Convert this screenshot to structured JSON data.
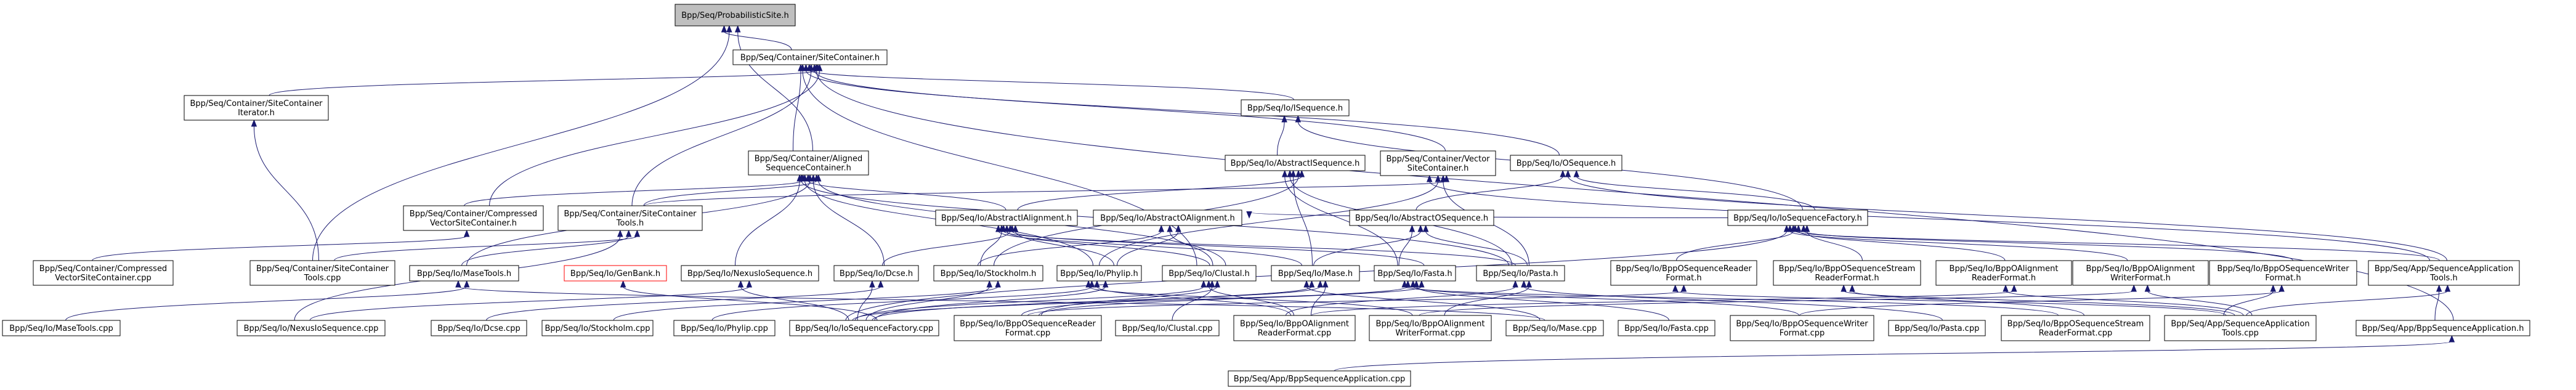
{
  "title": "Include dependency graph: Bpp/Seq/ProbabilisticSite.h",
  "colors": {
    "edge": "#191970",
    "root_fill": "#bfbfbf",
    "node_border": "#000000",
    "missing_border": "#ff0000"
  },
  "nodes": [
    {
      "id": "n0",
      "label": [
        "Bpp/Seq/ProbabilisticSite.h"
      ],
      "kind": "root"
    },
    {
      "id": "n1",
      "label": [
        "Bpp/Seq/Container/SiteContainer.h"
      ]
    },
    {
      "id": "n2",
      "label": [
        "Bpp/Seq/Container/SiteContainer",
        "Iterator.h"
      ]
    },
    {
      "id": "n3",
      "label": [
        "Bpp/Seq/Io/ISequence.h"
      ]
    },
    {
      "id": "n4",
      "label": [
        "Bpp/Seq/Container/Aligned",
        "SequenceContainer.h"
      ]
    },
    {
      "id": "n5",
      "label": [
        "Bpp/Seq/Io/AbstractISequence.h"
      ]
    },
    {
      "id": "n6",
      "label": [
        "Bpp/Seq/Container/Vector",
        "SiteContainer.h"
      ]
    },
    {
      "id": "n7",
      "label": [
        "Bpp/Seq/Io/OSequence.h"
      ]
    },
    {
      "id": "n8",
      "label": [
        "Bpp/Seq/Container/Compressed",
        "VectorSiteContainer.h"
      ]
    },
    {
      "id": "n9",
      "label": [
        "Bpp/Seq/Container/SiteContainer",
        "Tools.h"
      ]
    },
    {
      "id": "n10",
      "label": [
        "Bpp/Seq/Io/AbstractIAlignment.h"
      ]
    },
    {
      "id": "n11",
      "label": [
        "Bpp/Seq/Io/AbstractOAlignment.h"
      ]
    },
    {
      "id": "n12",
      "label": [
        "Bpp/Seq/Io/AbstractOSequence.h"
      ]
    },
    {
      "id": "n13",
      "label": [
        "Bpp/Seq/Io/IoSequenceFactory.h"
      ]
    },
    {
      "id": "n14",
      "label": [
        "Bpp/Seq/Container/Compressed",
        "VectorSiteContainer.cpp"
      ]
    },
    {
      "id": "n15",
      "label": [
        "Bpp/Seq/Container/SiteContainer",
        "Tools.cpp"
      ]
    },
    {
      "id": "n16",
      "label": [
        "Bpp/Seq/Io/MaseTools.h"
      ]
    },
    {
      "id": "n17",
      "label": [
        "Bpp/Seq/Io/GenBank.h"
      ],
      "kind": "missing"
    },
    {
      "id": "n18",
      "label": [
        "Bpp/Seq/Io/NexusIoSequence.h"
      ]
    },
    {
      "id": "n19",
      "label": [
        "Bpp/Seq/Io/Dcse.h"
      ]
    },
    {
      "id": "n20",
      "label": [
        "Bpp/Seq/Io/Stockholm.h"
      ]
    },
    {
      "id": "n21",
      "label": [
        "Bpp/Seq/Io/Phylip.h"
      ]
    },
    {
      "id": "n22",
      "label": [
        "Bpp/Seq/Io/Clustal.h"
      ]
    },
    {
      "id": "n23",
      "label": [
        "Bpp/Seq/Io/Mase.h"
      ]
    },
    {
      "id": "n24",
      "label": [
        "Bpp/Seq/Io/Fasta.h"
      ]
    },
    {
      "id": "n25",
      "label": [
        "Bpp/Seq/Io/Pasta.h"
      ]
    },
    {
      "id": "n26",
      "label": [
        "Bpp/Seq/Io/BppOSequenceReader",
        "Format.h"
      ]
    },
    {
      "id": "n27",
      "label": [
        "Bpp/Seq/Io/BppOSequenceStream",
        "ReaderFormat.h"
      ]
    },
    {
      "id": "n28",
      "label": [
        "Bpp/Seq/Io/BppOAlignment",
        "ReaderFormat.h"
      ]
    },
    {
      "id": "n29",
      "label": [
        "Bpp/Seq/Io/BppOAlignment",
        "WriterFormat.h"
      ]
    },
    {
      "id": "n30",
      "label": [
        "Bpp/Seq/Io/BppOSequenceWriter",
        "Format.h"
      ]
    },
    {
      "id": "n31",
      "label": [
        "Bpp/Seq/App/SequenceApplication",
        "Tools.h"
      ]
    },
    {
      "id": "n32",
      "label": [
        "Bpp/Seq/Io/MaseTools.cpp"
      ]
    },
    {
      "id": "n33",
      "label": [
        "Bpp/Seq/Io/NexusIoSequence.cpp"
      ]
    },
    {
      "id": "n34",
      "label": [
        "Bpp/Seq/Io/Dcse.cpp"
      ]
    },
    {
      "id": "n35",
      "label": [
        "Bpp/Seq/Io/Stockholm.cpp"
      ]
    },
    {
      "id": "n36",
      "label": [
        "Bpp/Seq/Io/Phylip.cpp"
      ]
    },
    {
      "id": "n37",
      "label": [
        "Bpp/Seq/Io/IoSequenceFactory.cpp"
      ]
    },
    {
      "id": "n38",
      "label": [
        "Bpp/Seq/Io/BppOSequenceReader",
        "Format.cpp"
      ]
    },
    {
      "id": "n39",
      "label": [
        "Bpp/Seq/Io/Clustal.cpp"
      ]
    },
    {
      "id": "n40",
      "label": [
        "Bpp/Seq/Io/BppOAlignment",
        "ReaderFormat.cpp"
      ]
    },
    {
      "id": "n41",
      "label": [
        "Bpp/Seq/Io/BppOAlignment",
        "WriterFormat.cpp"
      ]
    },
    {
      "id": "n42",
      "label": [
        "Bpp/Seq/Io/Mase.cpp"
      ]
    },
    {
      "id": "n43",
      "label": [
        "Bpp/Seq/Io/Fasta.cpp"
      ]
    },
    {
      "id": "n44",
      "label": [
        "Bpp/Seq/Io/BppOSequenceWriter",
        "Format.cpp"
      ]
    },
    {
      "id": "n45",
      "label": [
        "Bpp/Seq/Io/Pasta.cpp"
      ]
    },
    {
      "id": "n46",
      "label": [
        "Bpp/Seq/Io/BppOSequenceStream",
        "ReaderFormat.cpp"
      ]
    },
    {
      "id": "n47",
      "label": [
        "Bpp/Seq/App/SequenceApplication",
        "Tools.cpp"
      ]
    },
    {
      "id": "n48",
      "label": [
        "Bpp/Seq/App/BppSequenceApplication.h"
      ]
    },
    {
      "id": "n49",
      "label": [
        "Bpp/Seq/App/BppSequenceApplication.cpp"
      ]
    }
  ],
  "edges": [
    [
      "n1",
      "n0"
    ],
    [
      "n4",
      "n0"
    ],
    [
      "n15",
      "n0"
    ],
    [
      "n2",
      "n1"
    ],
    [
      "n3",
      "n1"
    ],
    [
      "n4",
      "n1"
    ],
    [
      "n6",
      "n1"
    ],
    [
      "n7",
      "n1"
    ],
    [
      "n8",
      "n1"
    ],
    [
      "n9",
      "n1"
    ],
    [
      "n22",
      "n1"
    ],
    [
      "n48",
      "n1"
    ],
    [
      "n15",
      "n2"
    ],
    [
      "n5",
      "n3"
    ],
    [
      "n13",
      "n3"
    ],
    [
      "n8",
      "n4"
    ],
    [
      "n9",
      "n4"
    ],
    [
      "n10",
      "n4"
    ],
    [
      "n18",
      "n4"
    ],
    [
      "n19",
      "n4"
    ],
    [
      "n21",
      "n4"
    ],
    [
      "n22",
      "n4"
    ],
    [
      "n16",
      "n4"
    ],
    [
      "n25",
      "n4"
    ],
    [
      "n10",
      "n5"
    ],
    [
      "n23",
      "n5"
    ],
    [
      "n24",
      "n5"
    ],
    [
      "n20",
      "n5"
    ],
    [
      "n25",
      "n5"
    ],
    [
      "n9",
      "n6"
    ],
    [
      "n21",
      "n6"
    ],
    [
      "n31",
      "n6"
    ],
    [
      "n25",
      "n6"
    ],
    [
      "n12",
      "n7"
    ],
    [
      "n13",
      "n7"
    ],
    [
      "n31",
      "n7"
    ],
    [
      "n14",
      "n8"
    ],
    [
      "n15",
      "n9"
    ],
    [
      "n16",
      "n9"
    ],
    [
      "n33",
      "n9"
    ],
    [
      "n19",
      "n10"
    ],
    [
      "n20",
      "n10"
    ],
    [
      "n21",
      "n10"
    ],
    [
      "n22",
      "n10"
    ],
    [
      "n23",
      "n10"
    ],
    [
      "n24",
      "n10"
    ],
    [
      "n25",
      "n10"
    ],
    [
      "n21",
      "n11"
    ],
    [
      "n22",
      "n11"
    ],
    [
      "n20",
      "n11"
    ],
    [
      "n13",
      "n11"
    ],
    [
      "n23",
      "n12"
    ],
    [
      "n24",
      "n12"
    ],
    [
      "n25",
      "n12"
    ],
    [
      "n26",
      "n13"
    ],
    [
      "n27",
      "n13"
    ],
    [
      "n28",
      "n13"
    ],
    [
      "n29",
      "n13"
    ],
    [
      "n30",
      "n13"
    ],
    [
      "n31",
      "n13"
    ],
    [
      "n37",
      "n13"
    ],
    [
      "n32",
      "n16"
    ],
    [
      "n42",
      "n16"
    ],
    [
      "n37",
      "n17"
    ],
    [
      "n33",
      "n18"
    ],
    [
      "n37",
      "n18"
    ],
    [
      "n34",
      "n19"
    ],
    [
      "n37",
      "n19"
    ],
    [
      "n35",
      "n20"
    ],
    [
      "n37",
      "n20"
    ],
    [
      "n36",
      "n21"
    ],
    [
      "n37",
      "n21"
    ],
    [
      "n40",
      "n21"
    ],
    [
      "n41",
      "n21"
    ],
    [
      "n39",
      "n22"
    ],
    [
      "n37",
      "n22"
    ],
    [
      "n38",
      "n22"
    ],
    [
      "n40",
      "n22"
    ],
    [
      "n42",
      "n23"
    ],
    [
      "n37",
      "n23"
    ],
    [
      "n38",
      "n23"
    ],
    [
      "n40",
      "n23"
    ],
    [
      "n43",
      "n24"
    ],
    [
      "n37",
      "n24"
    ],
    [
      "n38",
      "n24"
    ],
    [
      "n44",
      "n24"
    ],
    [
      "n46",
      "n24"
    ],
    [
      "n45",
      "n25"
    ],
    [
      "n40",
      "n25"
    ],
    [
      "n41",
      "n25"
    ],
    [
      "n38",
      "n26"
    ],
    [
      "n47",
      "n26"
    ],
    [
      "n46",
      "n27"
    ],
    [
      "n47",
      "n27"
    ],
    [
      "n40",
      "n28"
    ],
    [
      "n47",
      "n28"
    ],
    [
      "n41",
      "n29"
    ],
    [
      "n47",
      "n29"
    ],
    [
      "n44",
      "n30"
    ],
    [
      "n47",
      "n30"
    ],
    [
      "n47",
      "n31"
    ],
    [
      "n48",
      "n31"
    ],
    [
      "n49",
      "n48"
    ]
  ]
}
